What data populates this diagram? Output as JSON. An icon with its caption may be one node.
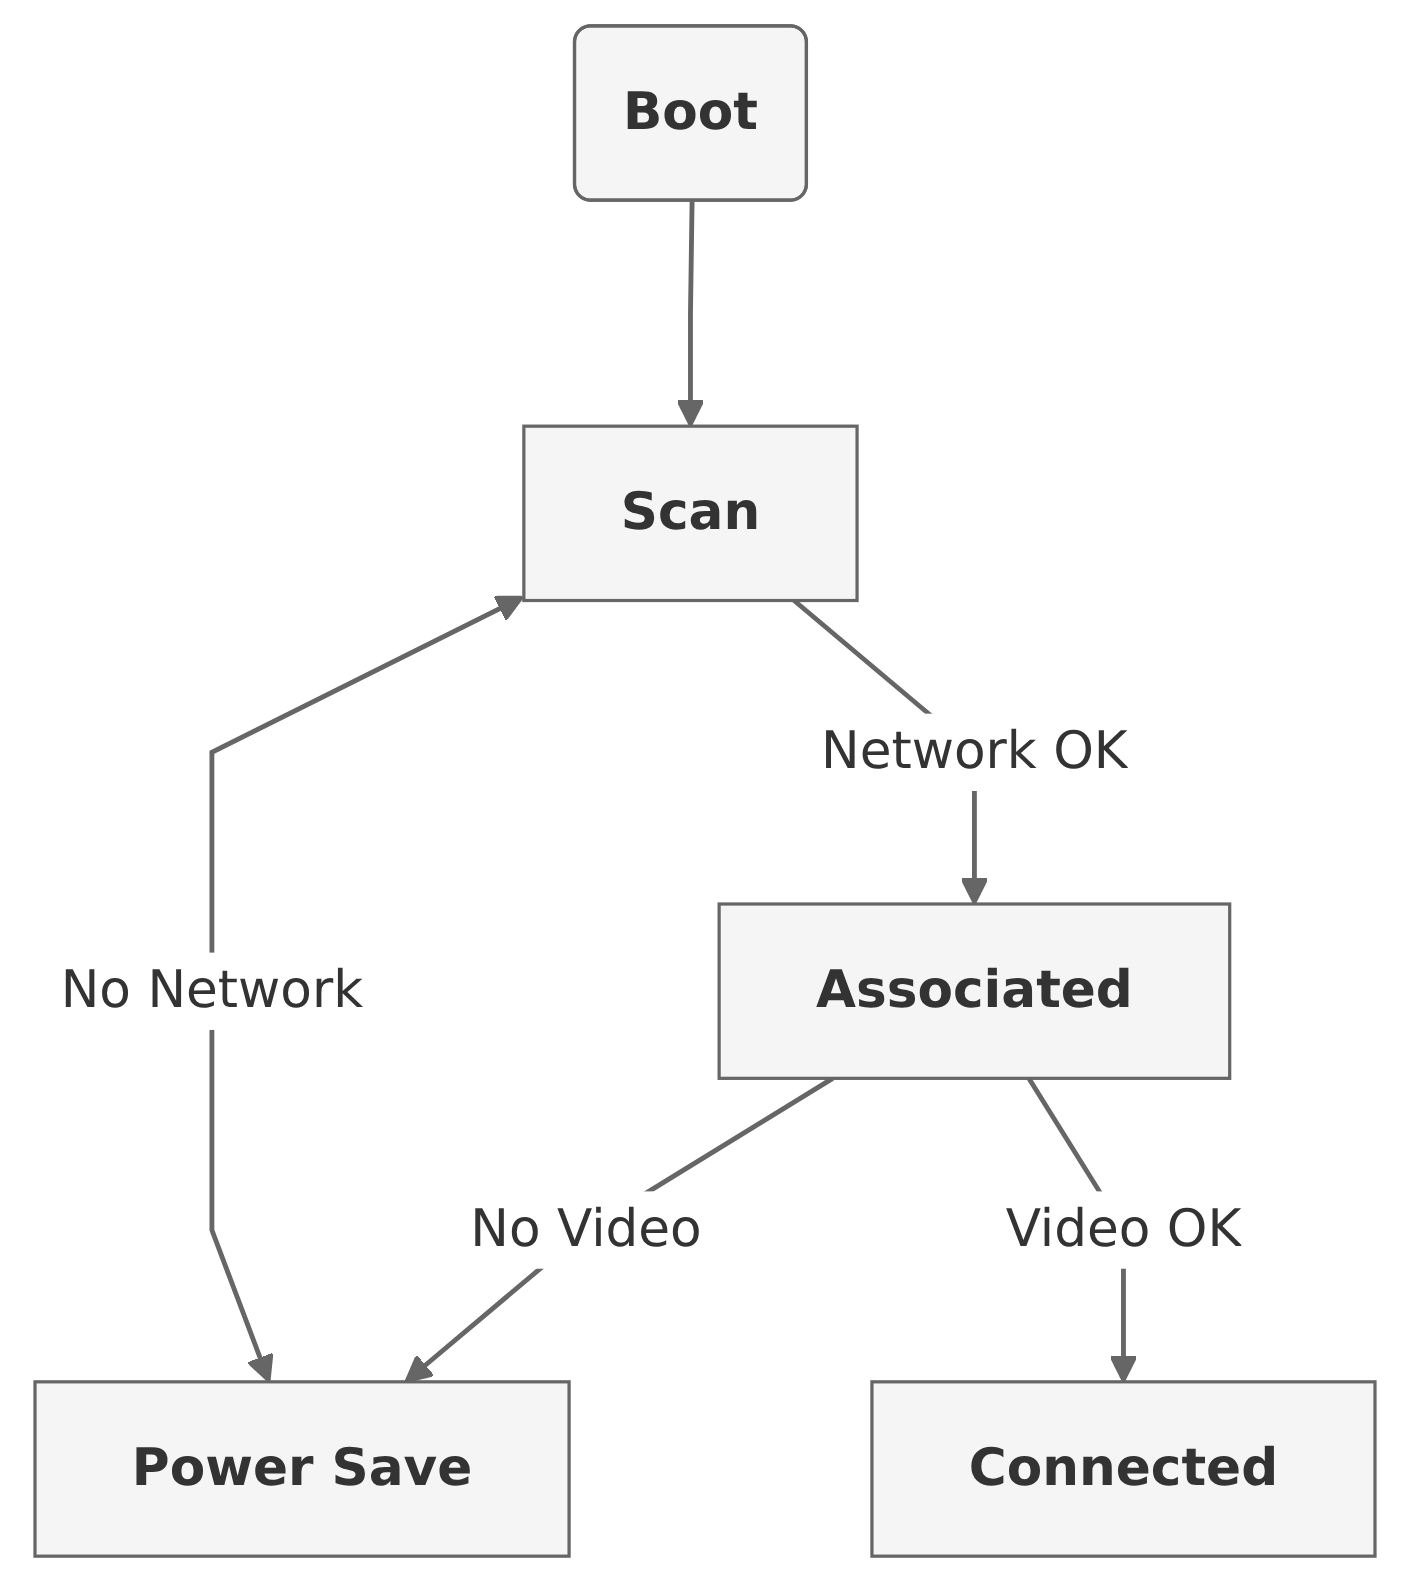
{
  "diagram": {
    "nodes": [
      {
        "text": [
          "Boot"
        ]
      },
      {
        "text": [
          "Scan"
        ]
      },
      {
        "text": [
          "Power Save"
        ]
      },
      {
        "text": [
          "Associated"
        ]
      },
      {
        "text": [
          "Connected"
        ]
      }
    ],
    "edges": [
      {
        "from": 0,
        "to": 1,
        "arrow": "to"
      },
      {
        "from": 1,
        "to": 2,
        "arrow": "both",
        "label": "No Network"
      },
      {
        "from": 1,
        "to": 3,
        "arrow": "to",
        "label": "Network OK"
      },
      {
        "from": 3,
        "to": 2,
        "arrow": "to",
        "label": "No Video"
      },
      {
        "from": 3,
        "to": 4,
        "arrow": "to",
        "label": "Video OK"
      }
    ]
  }
}
